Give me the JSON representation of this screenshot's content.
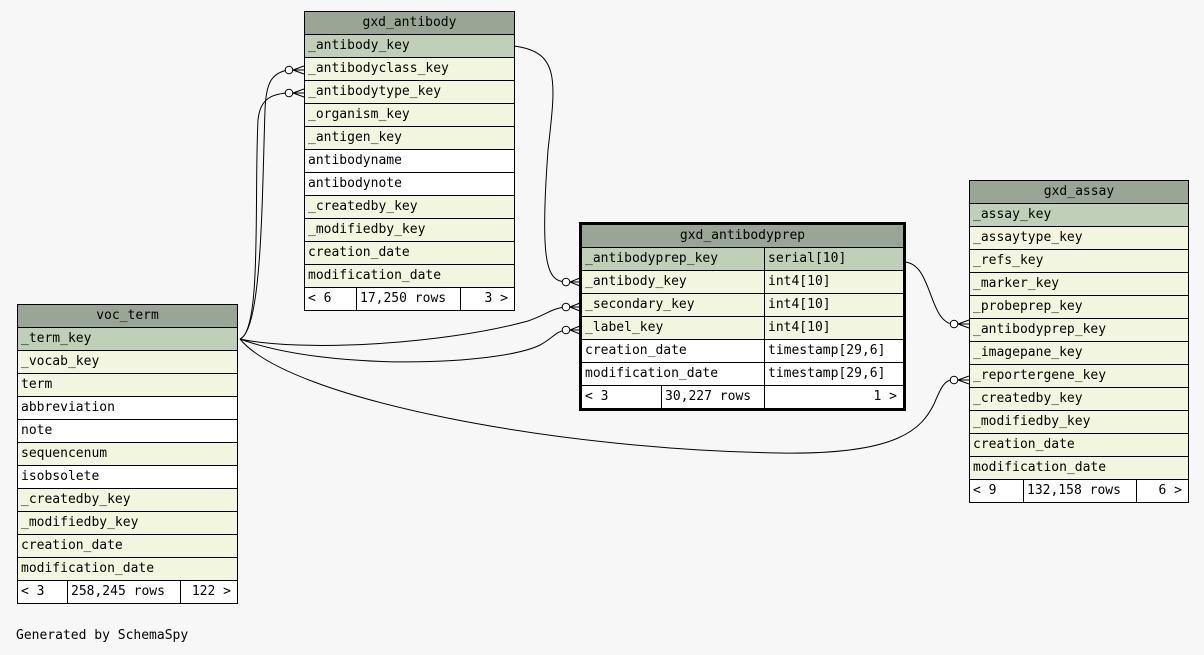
{
  "tables": {
    "gxd_antibody": {
      "name": "gxd_antibody",
      "columns": [
        {
          "name": "_antibody_key",
          "kind": "pk"
        },
        {
          "name": "_antibodyclass_key",
          "kind": "fk"
        },
        {
          "name": "_antibodytype_key",
          "kind": "fk"
        },
        {
          "name": "_organism_key",
          "kind": "fk"
        },
        {
          "name": "_antigen_key",
          "kind": "fk"
        },
        {
          "name": "antibodyname",
          "kind": "plain"
        },
        {
          "name": "antibodynote",
          "kind": "plain"
        },
        {
          "name": "_createdby_key",
          "kind": "fk"
        },
        {
          "name": "_modifiedby_key",
          "kind": "fk"
        },
        {
          "name": "creation_date",
          "kind": "fk"
        },
        {
          "name": "modification_date",
          "kind": "fk"
        }
      ],
      "footer": {
        "parents": "< 6",
        "rows": "17,250 rows",
        "children": "3 >"
      }
    },
    "gxd_antibodyprep": {
      "name": "gxd_antibodyprep",
      "columns": [
        {
          "name": "_antibodyprep_key",
          "type": "serial[10]",
          "kind": "pk"
        },
        {
          "name": "_antibody_key",
          "type": "int4[10]",
          "kind": "fk"
        },
        {
          "name": "_secondary_key",
          "type": "int4[10]",
          "kind": "fk"
        },
        {
          "name": "_label_key",
          "type": "int4[10]",
          "kind": "fk"
        },
        {
          "name": "creation_date",
          "type": "timestamp[29,6]",
          "kind": "plain"
        },
        {
          "name": "modification_date",
          "type": "timestamp[29,6]",
          "kind": "plain"
        }
      ],
      "footer": {
        "parents": "< 3",
        "rows": "30,227 rows",
        "children": "1 >"
      }
    },
    "voc_term": {
      "name": "voc_term",
      "columns": [
        {
          "name": "_term_key",
          "kind": "pk"
        },
        {
          "name": "_vocab_key",
          "kind": "fk"
        },
        {
          "name": "term",
          "kind": "fk"
        },
        {
          "name": "abbreviation",
          "kind": "plain"
        },
        {
          "name": "note",
          "kind": "plain"
        },
        {
          "name": "sequencenum",
          "kind": "fk"
        },
        {
          "name": "isobsolete",
          "kind": "plain"
        },
        {
          "name": "_createdby_key",
          "kind": "fk"
        },
        {
          "name": "_modifiedby_key",
          "kind": "fk"
        },
        {
          "name": "creation_date",
          "kind": "fk"
        },
        {
          "name": "modification_date",
          "kind": "fk"
        }
      ],
      "footer": {
        "parents": "< 3",
        "rows": "258,245 rows",
        "children": "122 >"
      }
    },
    "gxd_assay": {
      "name": "gxd_assay",
      "columns": [
        {
          "name": "_assay_key",
          "kind": "pk"
        },
        {
          "name": "_assaytype_key",
          "kind": "fk"
        },
        {
          "name": "_refs_key",
          "kind": "fk"
        },
        {
          "name": "_marker_key",
          "kind": "fk"
        },
        {
          "name": "_probeprep_key",
          "kind": "fk"
        },
        {
          "name": "_antibodyprep_key",
          "kind": "fk"
        },
        {
          "name": "_imagepane_key",
          "kind": "fk"
        },
        {
          "name": "_reportergene_key",
          "kind": "fk"
        },
        {
          "name": "_createdby_key",
          "kind": "fk"
        },
        {
          "name": "_modifiedby_key",
          "kind": "fk"
        },
        {
          "name": "creation_date",
          "kind": "fk"
        },
        {
          "name": "modification_date",
          "kind": "fk"
        }
      ],
      "footer": {
        "parents": "< 9",
        "rows": "132,158 rows",
        "children": "6 >"
      }
    }
  },
  "colors": {
    "header": "#9aa695",
    "primary_key": "#bfcfb8",
    "foreign_key": "#f3f6df",
    "background": "#f7f7f7"
  },
  "generated_by": "Generated by SchemaSpy"
}
